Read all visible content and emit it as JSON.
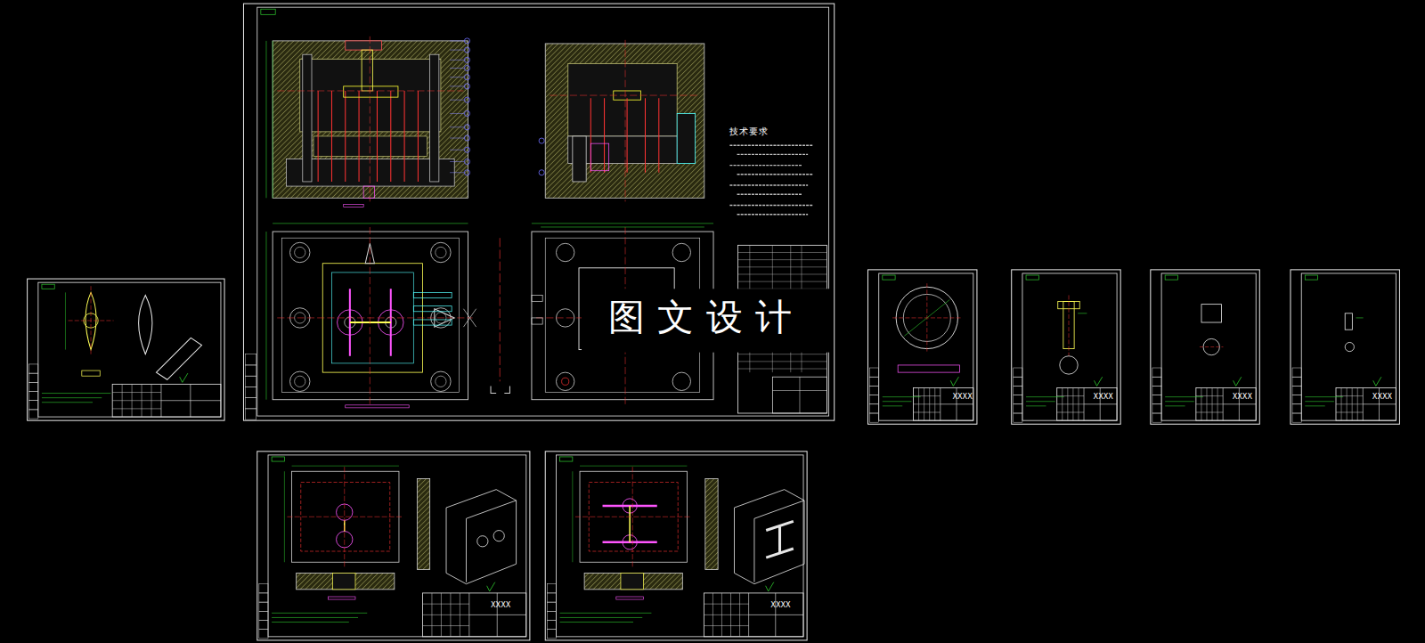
{
  "diagram": {
    "labels": [
      "技术要求",
      "图文设计",
      "XXXX",
      "XXXX",
      "XXXX",
      "XXXX",
      "XXXX",
      "XXXX"
    ]
  }
}
